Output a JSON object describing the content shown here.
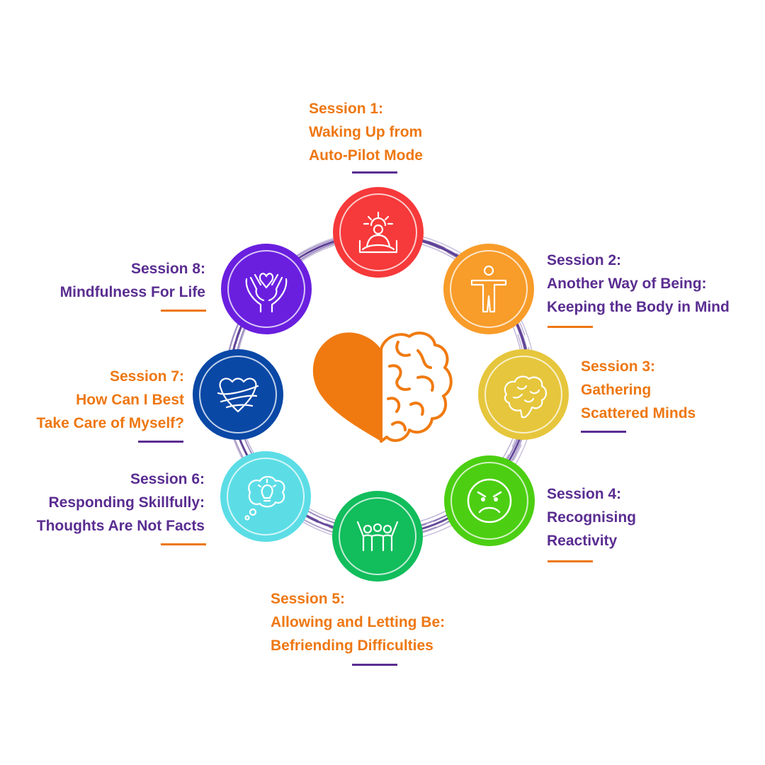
{
  "colors": {
    "orange_text": "#ee7712",
    "purple_text": "#5a2d91",
    "heart": "#f07a10",
    "brush_ring": "#4b2a8a"
  },
  "sessions": [
    {
      "number": "Session 1:",
      "lines": [
        "Waking Up from",
        "Auto-Pilot Mode"
      ],
      "icon": "meditation-sunrise-icon",
      "color": "#f6393a"
    },
    {
      "number": "Session 2:",
      "lines": [
        "Another Way of Being:",
        "Keeping the Body in Mind"
      ],
      "icon": "body-stretch-icon",
      "color": "#f89c2a"
    },
    {
      "number": "Session 3:",
      "lines": [
        "Gathering",
        "Scattered Minds"
      ],
      "icon": "brain-icon",
      "color": "#e6c63c"
    },
    {
      "number": "Session 4:",
      "lines": [
        "Recognising",
        "Reactivity"
      ],
      "icon": "angry-face-icon",
      "color": "#4ccf12"
    },
    {
      "number": "Session 5:",
      "lines": [
        "Allowing and Letting Be:",
        "Befriending Difficulties"
      ],
      "icon": "group-cheer-icon",
      "color": "#12bd5c"
    },
    {
      "number": "Session 6:",
      "lines": [
        "Responding Skillfully:",
        "Thoughts Are Not Facts"
      ],
      "icon": "thought-bubble-lightbulb-icon",
      "color": "#5cdde6"
    },
    {
      "number": "Session 7:",
      "lines": [
        "How Can I Best",
        "Take Care of Myself?"
      ],
      "icon": "self-hug-icon",
      "color": "#0a48a6"
    },
    {
      "number": "Session 8:",
      "lines": [
        "Mindfulness For Life"
      ],
      "icon": "hands-heart-icon",
      "color": "#6a1fdf"
    }
  ],
  "center_icon": "heart-brain-icon"
}
